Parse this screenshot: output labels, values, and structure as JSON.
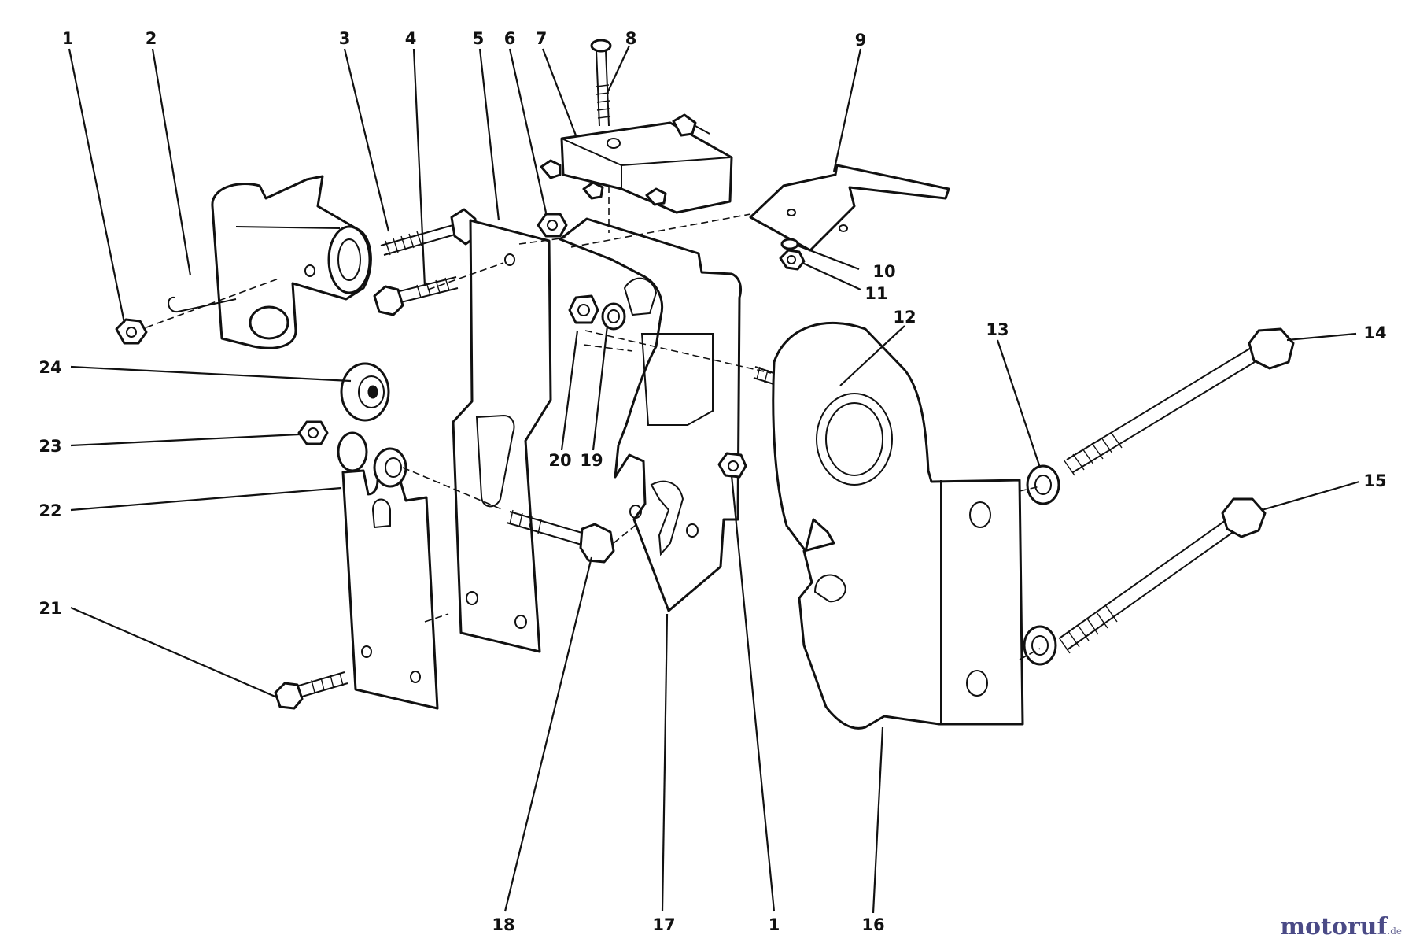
{
  "diagram": {
    "callouts": [
      "1",
      "2",
      "3",
      "4",
      "5",
      "6",
      "7",
      "8",
      "9",
      "10",
      "11",
      "12",
      "13",
      "14",
      "15",
      "16",
      "17",
      "18",
      "19",
      "20",
      "21",
      "22",
      "23",
      "24"
    ],
    "bottom_callouts": [
      "18",
      "17",
      "1",
      "16"
    ]
  },
  "watermark": {
    "brand": "motoruf",
    "tld": ".de"
  },
  "colors": {
    "line": "#111111",
    "background": "#ffffff",
    "watermark": "#4a4a86"
  }
}
